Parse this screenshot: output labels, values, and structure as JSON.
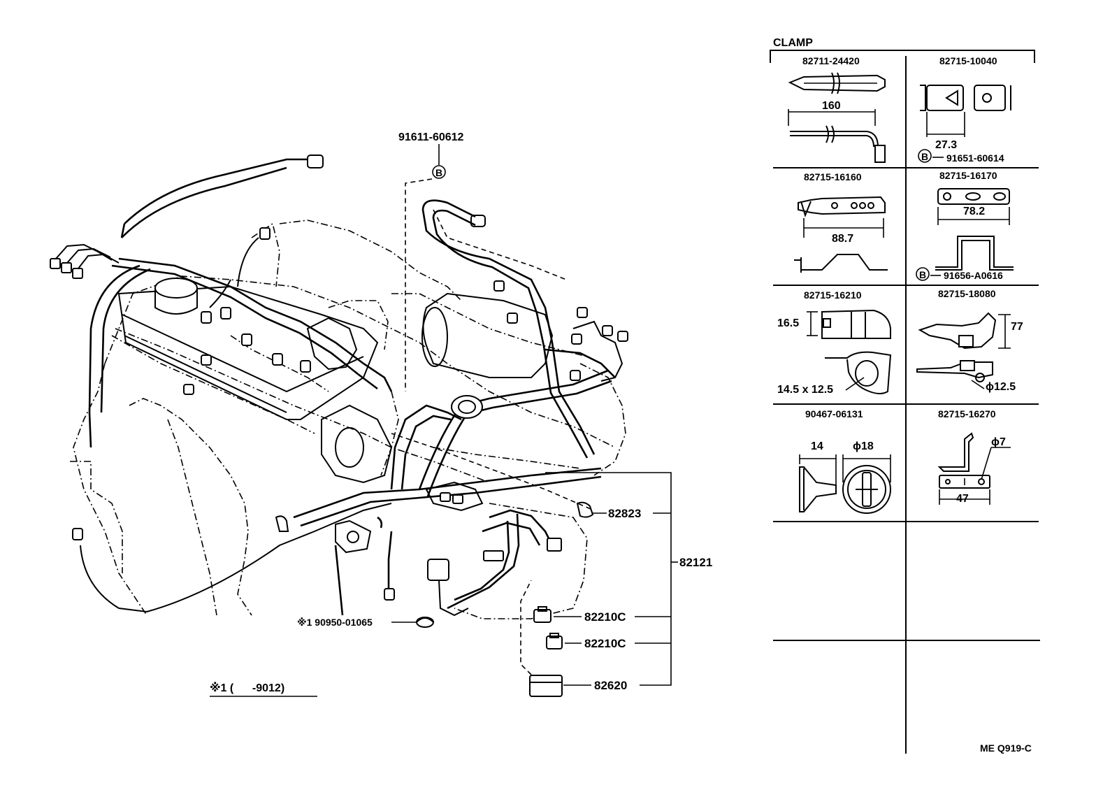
{
  "diagram_code": "ME Q919-C",
  "footnote": "※1 (      -9012)",
  "callouts": {
    "bolt_top": "91611-60612",
    "ref_mark": "B",
    "grommet": "82823",
    "harness": "82121",
    "cap": "※1 90950-01065",
    "relay_a": "82210C",
    "relay_b": "82210C",
    "box": "82620"
  },
  "clamp_table": {
    "title": "CLAMP",
    "cells": [
      {
        "part": "82711-24420",
        "dims": [
          "160"
        ],
        "ref": ""
      },
      {
        "part": "82715-10040",
        "dims": [
          "27.3"
        ],
        "ref": "91651-60614"
      },
      {
        "part": "82715-16160",
        "dims": [
          "88.7"
        ],
        "ref": ""
      },
      {
        "part": "82715-16170",
        "dims": [
          "78.2"
        ],
        "ref": "91656-A0616"
      },
      {
        "part": "82715-16210",
        "dims": [
          "16.5",
          "14.5 x 12.5"
        ],
        "ref": ""
      },
      {
        "part": "82715-18080",
        "dims": [
          "77",
          "ϕ12.5"
        ],
        "ref": ""
      },
      {
        "part": "90467-06131",
        "dims": [
          "14",
          "ϕ18"
        ],
        "ref": ""
      },
      {
        "part": "82715-16270",
        "dims": [
          "ϕ7",
          "47"
        ],
        "ref": ""
      }
    ]
  }
}
